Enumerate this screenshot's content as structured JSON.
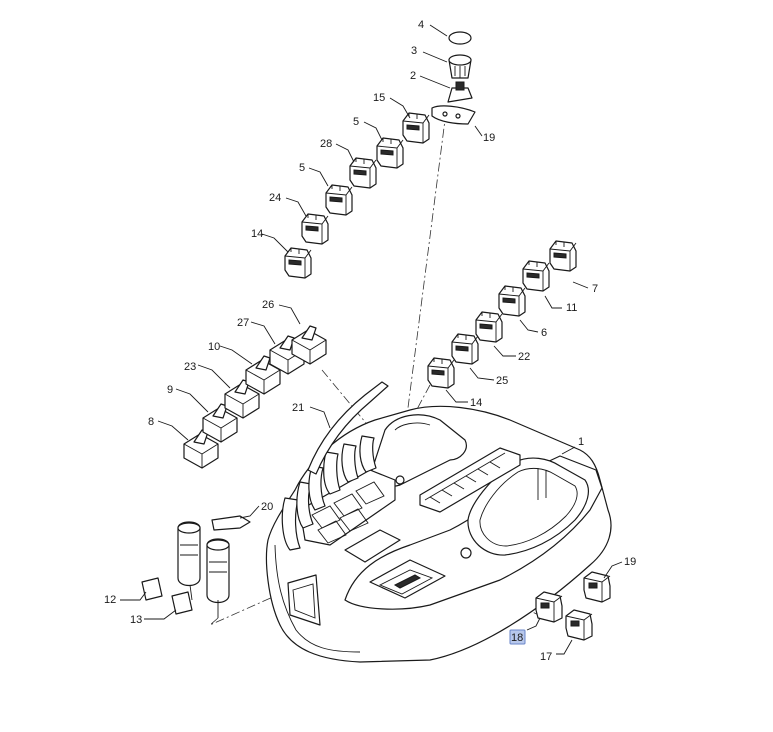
{
  "diagram": {
    "highlight_color": "#b8c8ec",
    "highlight_border": "#6a86c8",
    "callouts": [
      {
        "id": "c1",
        "text": "1"
      },
      {
        "id": "c2",
        "text": "2"
      },
      {
        "id": "c3",
        "text": "3"
      },
      {
        "id": "c4",
        "text": "4"
      },
      {
        "id": "c5a",
        "text": "5"
      },
      {
        "id": "c5b",
        "text": "5"
      },
      {
        "id": "c6",
        "text": "6"
      },
      {
        "id": "c7",
        "text": "7"
      },
      {
        "id": "c8",
        "text": "8"
      },
      {
        "id": "c9",
        "text": "9"
      },
      {
        "id": "c10",
        "text": "10"
      },
      {
        "id": "c11",
        "text": "11"
      },
      {
        "id": "c12",
        "text": "12"
      },
      {
        "id": "c13",
        "text": "13"
      },
      {
        "id": "c14",
        "text": "14"
      },
      {
        "id": "c15",
        "text": "15"
      },
      {
        "id": "c16",
        "text": "16"
      },
      {
        "id": "c17",
        "text": "17"
      },
      {
        "id": "c18",
        "text": "18",
        "highlighted": true
      },
      {
        "id": "c19",
        "text": "19"
      },
      {
        "id": "c20",
        "text": "20"
      },
      {
        "id": "c21",
        "text": "21"
      },
      {
        "id": "c22",
        "text": "22"
      },
      {
        "id": "c23",
        "text": "23"
      },
      {
        "id": "c24",
        "text": "24"
      },
      {
        "id": "c25",
        "text": "25"
      },
      {
        "id": "c26",
        "text": "26"
      },
      {
        "id": "c27",
        "text": "27"
      },
      {
        "id": "c28",
        "text": "28"
      },
      {
        "id": "c29",
        "text": "29"
      }
    ]
  }
}
